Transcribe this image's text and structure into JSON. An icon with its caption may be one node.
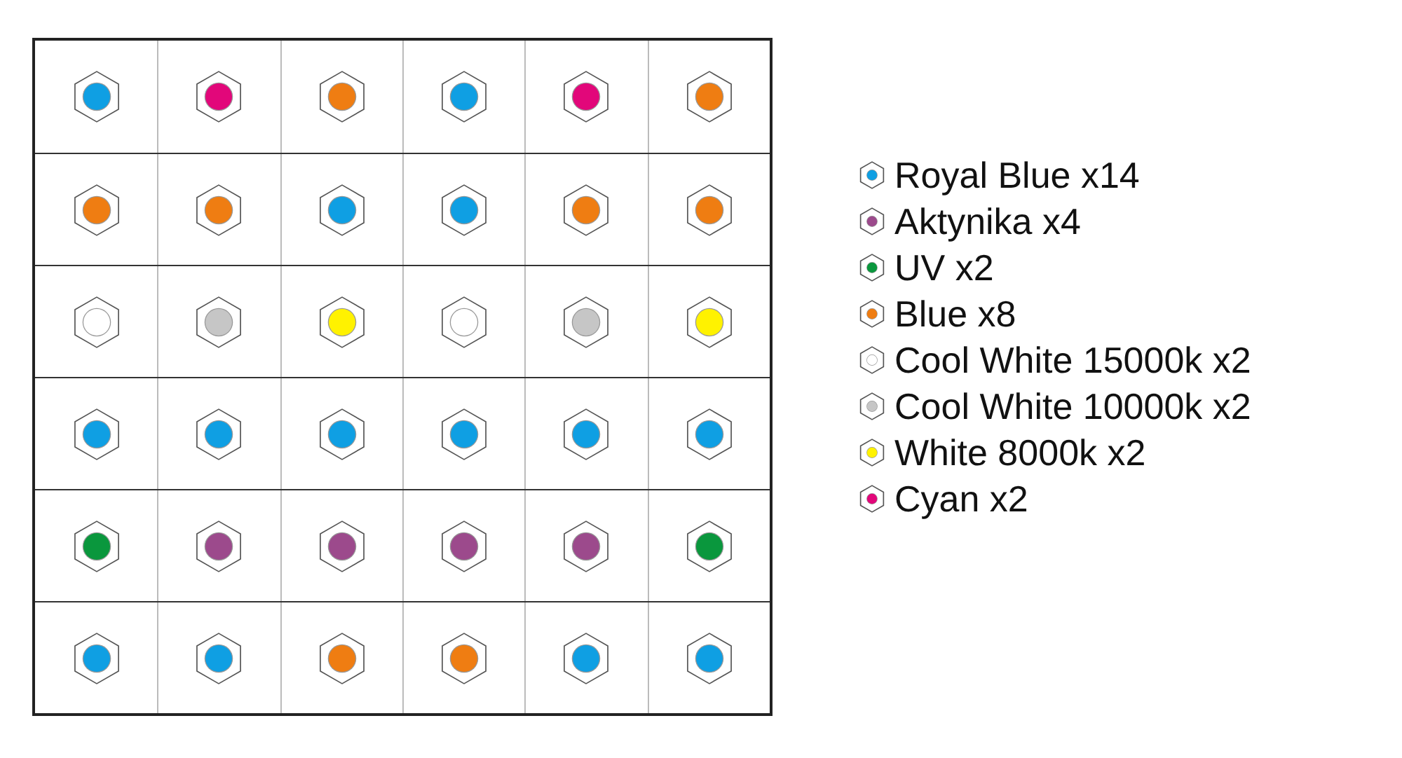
{
  "diagram": {
    "legend": [
      {
        "text": "Royal Blue x14",
        "color": "#0f9fe3"
      },
      {
        "text": "Aktynika x4",
        "color": "#9c4a8c"
      },
      {
        "text": "UV x2",
        "color": "#0a973d"
      },
      {
        "text": "Blue x8",
        "color": "#ef7d12"
      },
      {
        "text": "Cool White 15000k x2",
        "color": "#ffffff"
      },
      {
        "text": "Cool White 10000k x2",
        "color": "#c6c6c6"
      },
      {
        "text": "White 8000k x2",
        "color": "#fff200"
      },
      {
        "text": "Cyan x2",
        "color": "#e2077a"
      }
    ]
  }
}
